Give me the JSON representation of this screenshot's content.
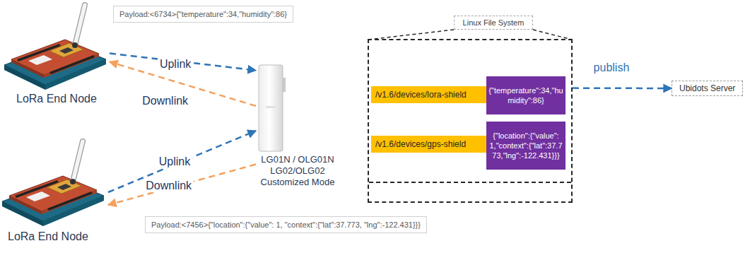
{
  "diagram": {
    "nodes": [
      {
        "text": [
          "Payload:<6734>{\"temperature\":34,\"humidity\":86}"
        ]
      },
      {
        "text": [
          "LoRa End Node"
        ]
      },
      {
        "text": [
          "LG01N / OLG01N LG02/OLG02 Customized Mode"
        ]
      },
      {
        "text": [
          "Linux File System"
        ]
      },
      {
        "text": [
          "/v1.6/devices/lora-shield"
        ],
        "in": 3
      },
      {
        "text": [
          "{\"temperature\":34,\"humidity\":86}"
        ],
        "in": 3
      },
      {
        "text": [
          "/v1.6/devices/gps-shield"
        ],
        "in": 3
      },
      {
        "text": [
          "{\"location\":{\"value\":1,\"context\":{\"lat\":37.773,\"lng\":-122.431}}}"
        ],
        "in": 3
      },
      {
        "text": [
          "Ubidots Server"
        ]
      },
      {
        "text": [
          "LoRa End Node"
        ]
      },
      {
        "text": [
          "Payload:<7456>{\"location\":{\"value\": 1, \"context\":{\"lat\":37.773, \"lng\":-122.431}}}"
        ]
      }
    ],
    "edges": [
      {
        "from": 1,
        "to": 2,
        "arrow": "to",
        "label": "Uplink"
      },
      {
        "from": 2,
        "to": 1,
        "arrow": "to",
        "label": "Downlink"
      },
      {
        "from": 9,
        "to": 2,
        "arrow": "to",
        "label": "Uplink"
      },
      {
        "from": 2,
        "to": 9,
        "arrow": "to",
        "label": "Downlink"
      },
      {
        "from": 3,
        "to": 8,
        "arrow": "to",
        "label": "publish"
      }
    ]
  }
}
